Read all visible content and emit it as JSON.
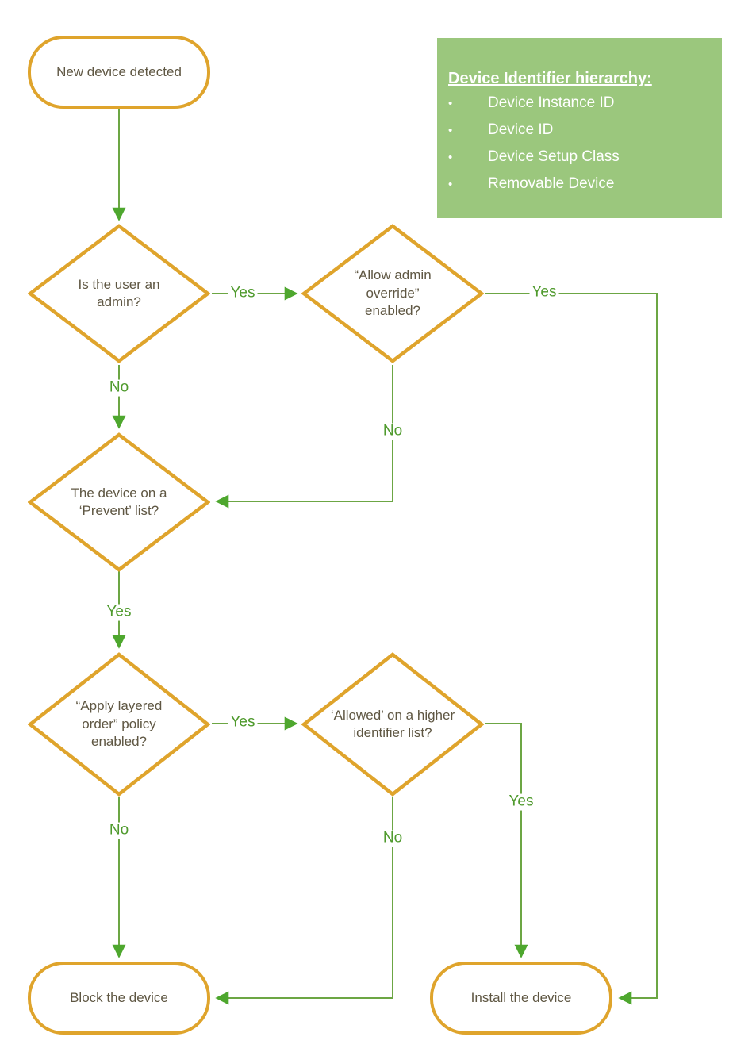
{
  "colors": {
    "shape_border": "#DFA42C",
    "node_text": "#5F5743",
    "edge_line": "#6CA644",
    "edge_arrowhead": "#4EA72E",
    "edge_label_text": "#4F9A2D",
    "legend_background": "#9BC77D",
    "legend_text": "#FFFFFF"
  },
  "nodes": {
    "start": {
      "label": "New device detected"
    },
    "is_user_admin": {
      "label": "Is the user an admin?"
    },
    "allow_admin_override": {
      "label": "“Allow admin override” enabled?"
    },
    "prevent_list": {
      "label": "The device on a ‘Prevent’ list?"
    },
    "apply_layered_order": {
      "label": "“Apply layered order” policy enabled?"
    },
    "allowed_higher_identifier": {
      "label": "‘Allowed’ on a higher identifier list?"
    },
    "block_device": {
      "label": "Block the device"
    },
    "install_device": {
      "label": "Install the device"
    }
  },
  "edges": {
    "admin_yes": {
      "label": "Yes"
    },
    "admin_no": {
      "label": "No"
    },
    "override_yes": {
      "label": "Yes"
    },
    "override_no": {
      "label": "No"
    },
    "prevent_yes": {
      "label": "Yes"
    },
    "layered_yes": {
      "label": "Yes"
    },
    "layered_no": {
      "label": "No"
    },
    "higher_no": {
      "label": "No"
    },
    "higher_yes": {
      "label": "Yes"
    }
  },
  "legend": {
    "title": "Device Identifier hierarchy:",
    "bullet": "•",
    "items": [
      "Device Instance ID",
      "Device ID",
      "Device Setup Class",
      "Removable Device"
    ]
  }
}
